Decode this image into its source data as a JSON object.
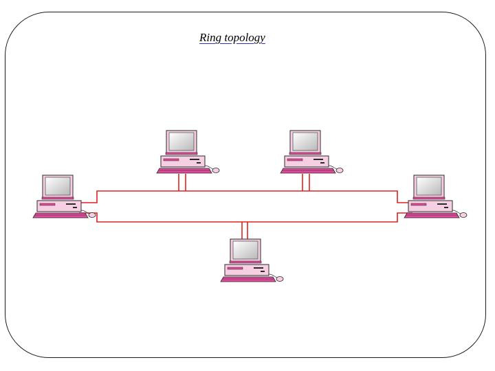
{
  "slide": {
    "title": "Ring topology"
  },
  "diagram": {
    "nodes": [
      "computer-1",
      "computer-2",
      "computer-3",
      "computer-4",
      "computer-5"
    ],
    "colors": {
      "cable": "#e02020",
      "case": "#f6cfe2",
      "keyboard": "#e04a9a",
      "outline": "#2a2a2a",
      "screen": "#d9d9d9"
    }
  }
}
